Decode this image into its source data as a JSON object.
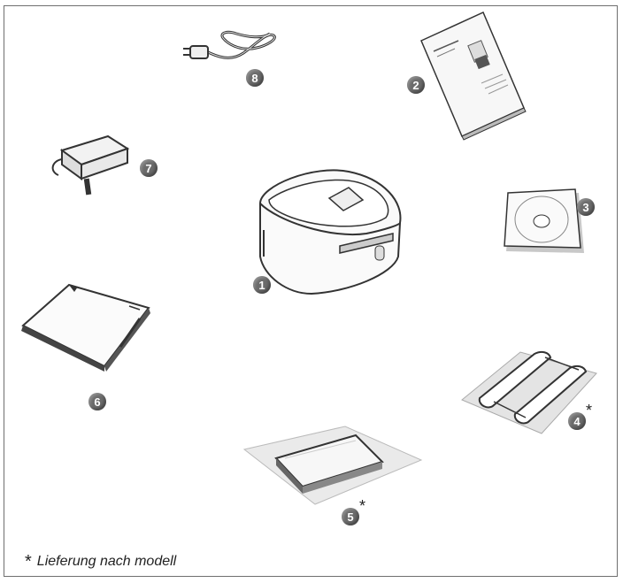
{
  "items": [
    {
      "number": "1",
      "icon": "photo-printer-icon"
    },
    {
      "number": "2",
      "icon": "manual-booklet-icon"
    },
    {
      "number": "3",
      "icon": "cd-rom-icon"
    },
    {
      "number": "4",
      "icon": "ink-ribbon-cassette-icon",
      "note": "*"
    },
    {
      "number": "5",
      "icon": "photo-paper-pack-icon",
      "note": "*"
    },
    {
      "number": "6",
      "icon": "paper-tray-icon"
    },
    {
      "number": "7",
      "icon": "power-adapter-icon"
    },
    {
      "number": "8",
      "icon": "power-cord-icon"
    }
  ],
  "footnote": {
    "symbol": "*",
    "text": "Lieferung nach modell"
  }
}
